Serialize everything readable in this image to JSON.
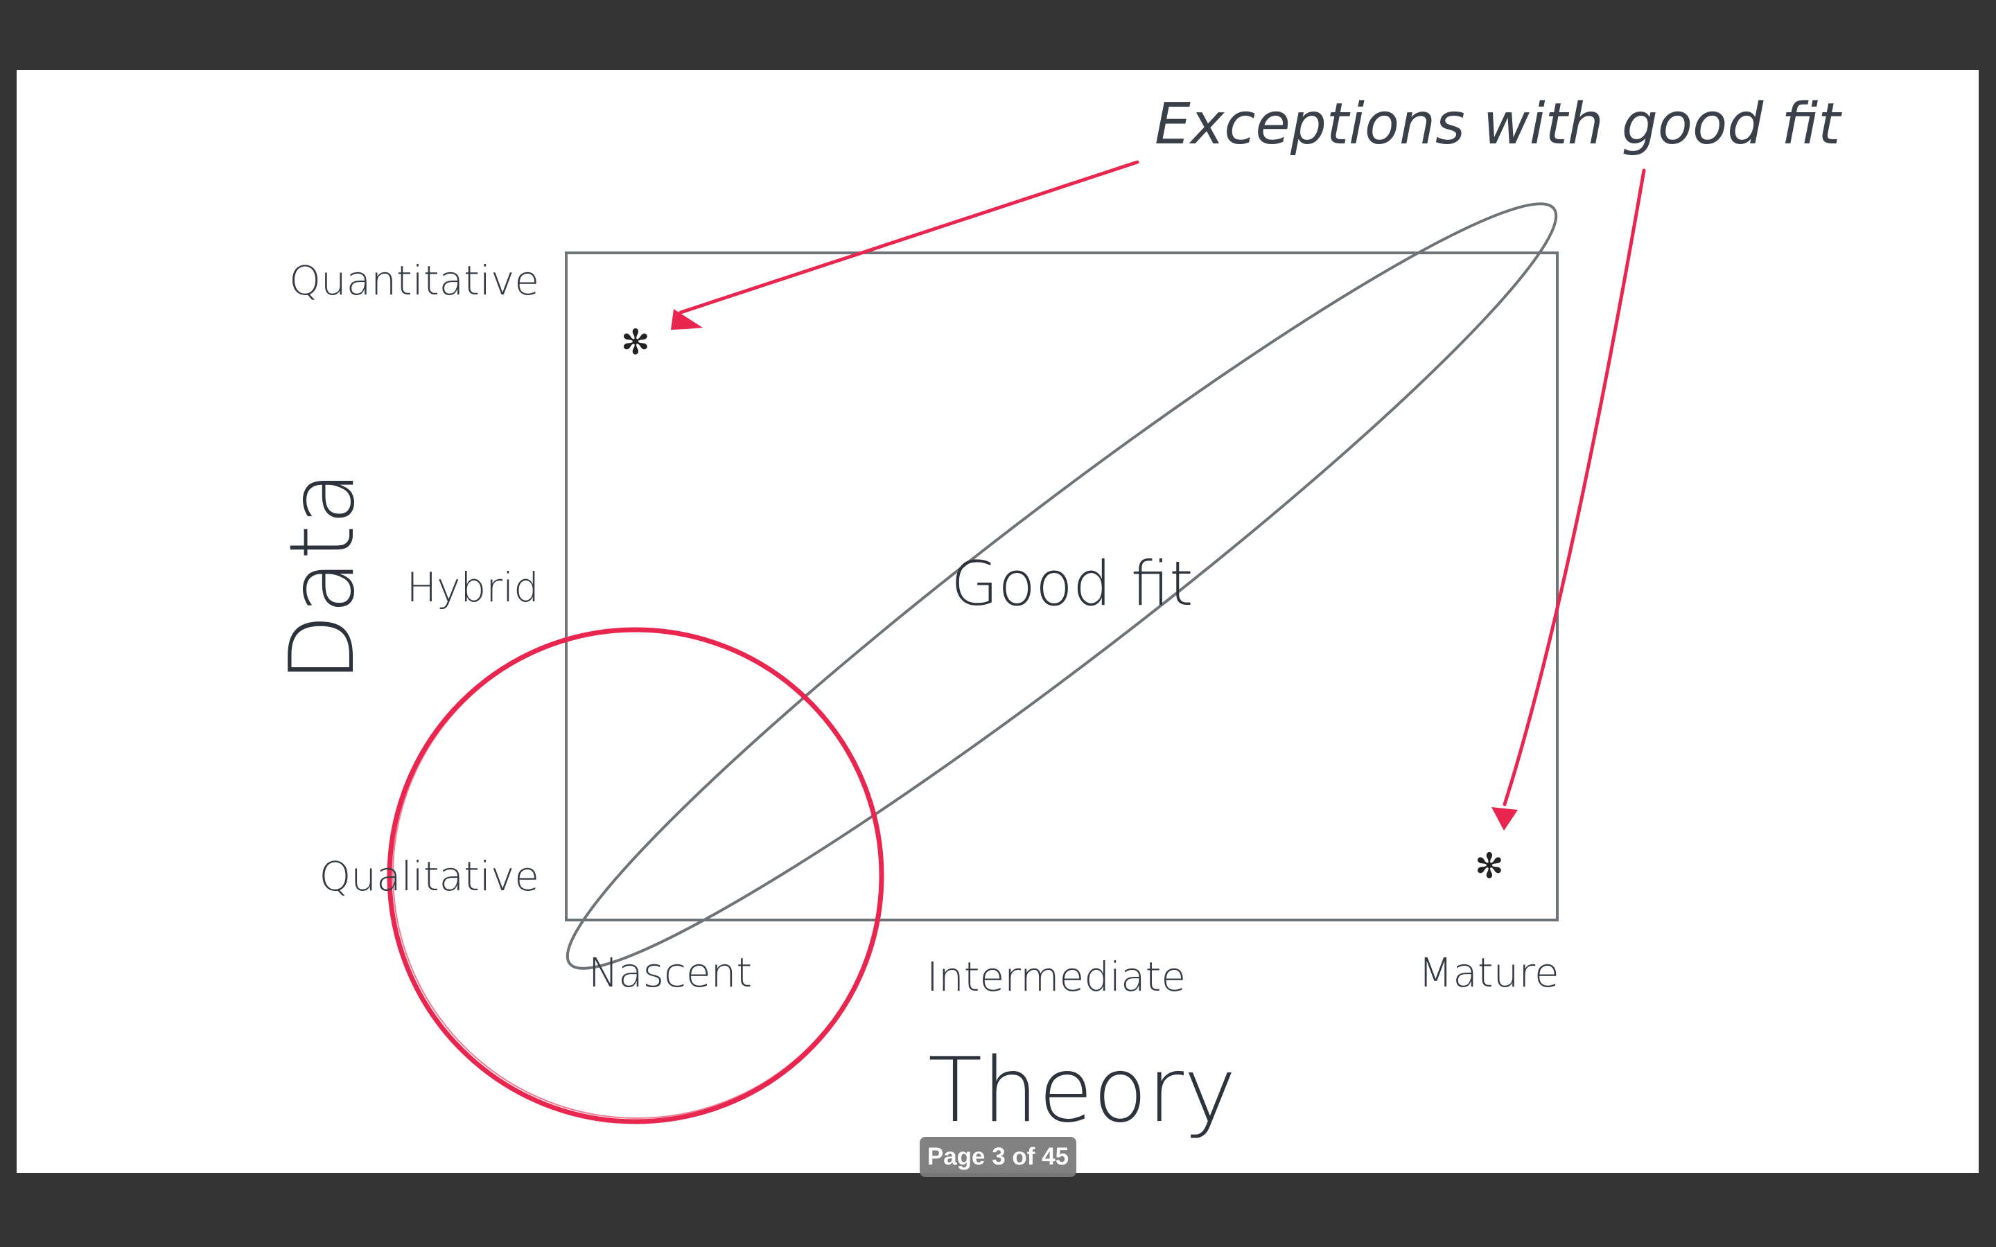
{
  "viewer": {
    "page_indicator": "Page 3 of 45"
  },
  "slide": {
    "callout": "Exceptions with good fit",
    "center_label": "Good fit",
    "x_axis": {
      "title": "Theory",
      "ticks": [
        "Nascent",
        "Intermediate",
        "Mature"
      ]
    },
    "y_axis": {
      "title": "Data",
      "ticks": [
        "Quantitative",
        "Hybrid",
        "Qualitative"
      ]
    },
    "markers": {
      "top_left": "✻",
      "bottom_right": "✻"
    },
    "colors": {
      "highlight": "#e8264f",
      "frame": "#6e7377",
      "text": "#333a44",
      "background": "#333333"
    }
  }
}
